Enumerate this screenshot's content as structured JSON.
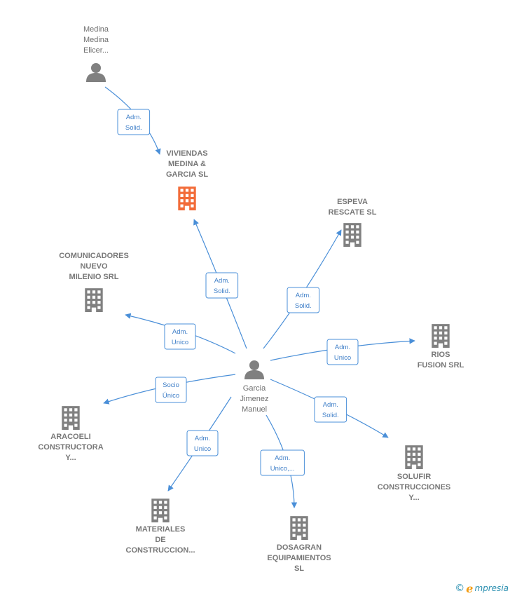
{
  "colors": {
    "edge": "#4a8fd8",
    "node": "#808080",
    "highlight": "#f26b38",
    "brand": "#2a8fb0",
    "brand_accent": "#f39c12"
  },
  "nodes": [
    {
      "id": "medina",
      "type": "person",
      "label": [
        "Medina",
        "Medina",
        "Elicer..."
      ]
    },
    {
      "id": "viviendas",
      "type": "company",
      "highlight": true,
      "label": [
        "VIVIENDAS",
        "MEDINA &",
        "GARCIA  SL"
      ]
    },
    {
      "id": "espeva",
      "type": "company",
      "label": [
        "ESPEVA",
        "RESCATE  SL"
      ]
    },
    {
      "id": "comunicadores",
      "type": "company",
      "label": [
        "COMUNICADORES",
        "NUEVO",
        "MILENIO SRL"
      ]
    },
    {
      "id": "rios",
      "type": "company",
      "label": [
        "RIOS",
        "FUSION SRL"
      ]
    },
    {
      "id": "garcia",
      "type": "person",
      "label": [
        "Garcia",
        "Jimenez",
        "Manuel"
      ]
    },
    {
      "id": "aracoeli",
      "type": "company",
      "label": [
        "ARACOELI",
        "CONSTRUCTORA",
        "Y..."
      ]
    },
    {
      "id": "solufir",
      "type": "company",
      "label": [
        "SOLUFIR",
        "CONSTRUCCIONES",
        "Y..."
      ]
    },
    {
      "id": "materiales",
      "type": "company",
      "label": [
        "MATERIALES",
        "DE",
        "CONSTRUCCION..."
      ]
    },
    {
      "id": "dosagran",
      "type": "company",
      "label": [
        "DOSAGRAN",
        "EQUIPAMIENTOS",
        "SL"
      ]
    }
  ],
  "edges": [
    {
      "from": "medina",
      "to": "viviendas",
      "label": [
        "Adm.",
        "Solid."
      ]
    },
    {
      "from": "garcia",
      "to": "viviendas",
      "label": [
        "Adm.",
        "Solid."
      ]
    },
    {
      "from": "garcia",
      "to": "espeva",
      "label": [
        "Adm.",
        "Solid."
      ]
    },
    {
      "from": "garcia",
      "to": "comunicadores",
      "label": [
        "Adm.",
        "Unico"
      ]
    },
    {
      "from": "garcia",
      "to": "rios",
      "label": [
        "Adm.",
        "Unico"
      ]
    },
    {
      "from": "garcia",
      "to": "aracoeli",
      "label": [
        "Socio",
        "Único"
      ]
    },
    {
      "from": "garcia",
      "to": "solufir",
      "label": [
        "Adm.",
        "Solid."
      ]
    },
    {
      "from": "garcia",
      "to": "materiales",
      "label": [
        "Adm.",
        "Unico"
      ]
    },
    {
      "from": "garcia",
      "to": "dosagran",
      "label": [
        "Adm.",
        "Unico,..."
      ]
    }
  ],
  "brand": {
    "copyright": "©",
    "initial": "e",
    "rest": "mpresia"
  }
}
